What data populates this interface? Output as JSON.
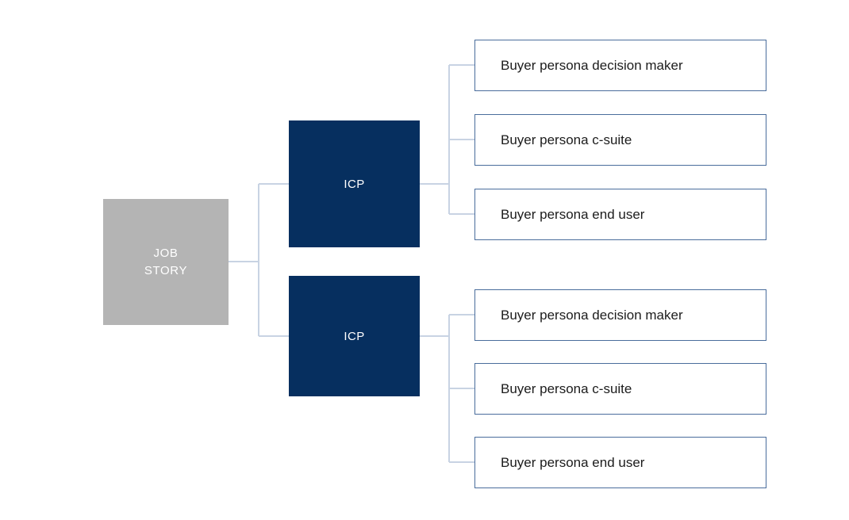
{
  "diagram": {
    "type": "tree",
    "title": "",
    "background_color": "#ffffff",
    "colors": {
      "root_fill": "#b4b4b4",
      "root_text": "#ffffff",
      "icp_fill": "#062f5f",
      "icp_text": "#ffffff",
      "leaf_fill": "#ffffff",
      "leaf_border": "#4a6d9c",
      "leaf_text": "#1c1c1c",
      "connector": "#c8d3e3"
    },
    "root": {
      "label": "JOB\nSTORY"
    },
    "branches": [
      {
        "label": "ICP",
        "children": [
          {
            "label": "Buyer persona decision maker"
          },
          {
            "label": "Buyer persona c-suite"
          },
          {
            "label": "Buyer persona end user"
          }
        ]
      },
      {
        "label": "ICP",
        "children": [
          {
            "label": "Buyer persona decision maker"
          },
          {
            "label": "Buyer persona c-suite"
          },
          {
            "label": "Buyer persona end user"
          }
        ]
      }
    ]
  }
}
